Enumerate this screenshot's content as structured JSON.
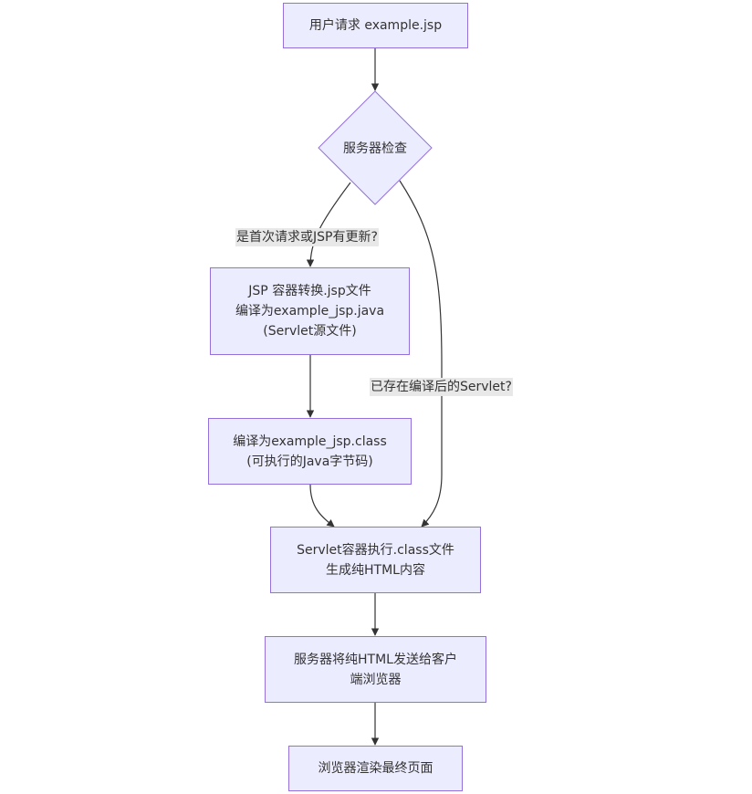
{
  "nodes": {
    "request": "用户请求 example.jsp",
    "check": "服务器检查",
    "translate": [
      "JSP 容器转换.jsp文件",
      "编译为example_jsp.java",
      "(Servlet源文件)"
    ],
    "compile": [
      "编译为example_jsp.class",
      "(可执行的Java字节码)"
    ],
    "execute": [
      "Servlet容器执行.class文件",
      "生成纯HTML内容"
    ],
    "send": [
      "服务器将纯HTML发送给客户",
      "端浏览器"
    ],
    "render": "浏览器渲染最终页面"
  },
  "edge_labels": {
    "first_or_updated": "是首次请求或JSP有更新?",
    "compiled_exists": "已存在编译后的Servlet?"
  },
  "colors": {
    "node_fill": "#ECECFF",
    "node_border": "#9370DB",
    "edge": "#333333",
    "label_bg": "#e8e8e8"
  }
}
